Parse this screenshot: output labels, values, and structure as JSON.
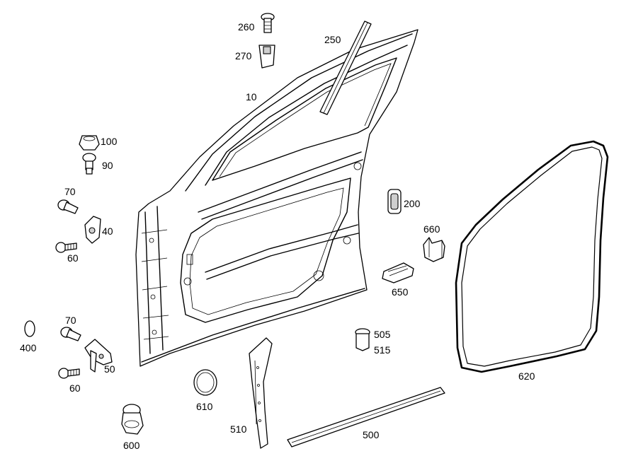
{
  "callouts": {
    "c10": "10",
    "c40": "40",
    "c50": "50",
    "c60a": "60",
    "c60b": "60",
    "c70a": "70",
    "c70b": "70",
    "c90": "90",
    "c100": "100",
    "c200": "200",
    "c250": "250",
    "c260": "260",
    "c270": "270",
    "c400": "400",
    "c500": "500",
    "c505": "505",
    "c510": "510",
    "c515": "515",
    "c600": "600",
    "c610": "610",
    "c620": "620",
    "c650": "650",
    "c660": "660"
  },
  "icons": {
    "door_shell": "door-shell-icon",
    "seal": "door-seal-icon",
    "bolt": "bolt-icon",
    "nut": "nut-icon",
    "grommet": "grommet-icon"
  }
}
